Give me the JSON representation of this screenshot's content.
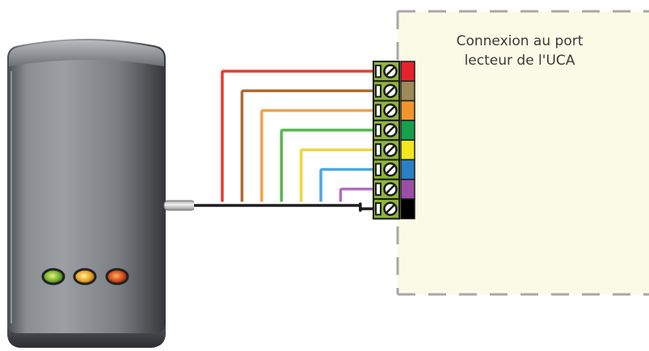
{
  "panel": {
    "label_line1": "Connexion au port",
    "label_line2": "lecteur de l'UCA",
    "background": "#fafae6",
    "border_color": "#a8a8a8"
  },
  "reader": {
    "body_color": "#7d8086",
    "leds": [
      {
        "name": "green-led",
        "color": "#6fae2f"
      },
      {
        "name": "amber-led",
        "color": "#e8a21c"
      },
      {
        "name": "red-led",
        "color": "#d2471c"
      }
    ]
  },
  "terminal_block": {
    "color": "#8fb63a",
    "terminal_count": 8
  },
  "wires": [
    {
      "name": "red-wire",
      "color": "#e63b2e"
    },
    {
      "name": "brown-wire",
      "color": "#b06a32"
    },
    {
      "name": "orange-wire",
      "color": "#f3a24a"
    },
    {
      "name": "green-wire",
      "color": "#55b94a"
    },
    {
      "name": "yellow-wire",
      "color": "#f2d43c"
    },
    {
      "name": "blue-wire",
      "color": "#4aa8e0"
    },
    {
      "name": "purple-wire",
      "color": "#b46cc0"
    },
    {
      "name": "black-wire",
      "color": "#1e1e1e"
    }
  ],
  "color_strip": [
    "#e5232a",
    "#9c8b56",
    "#f0952c",
    "#16a14a",
    "#f4e61e",
    "#2a7fc6",
    "#9a4fa5",
    "#000000"
  ]
}
